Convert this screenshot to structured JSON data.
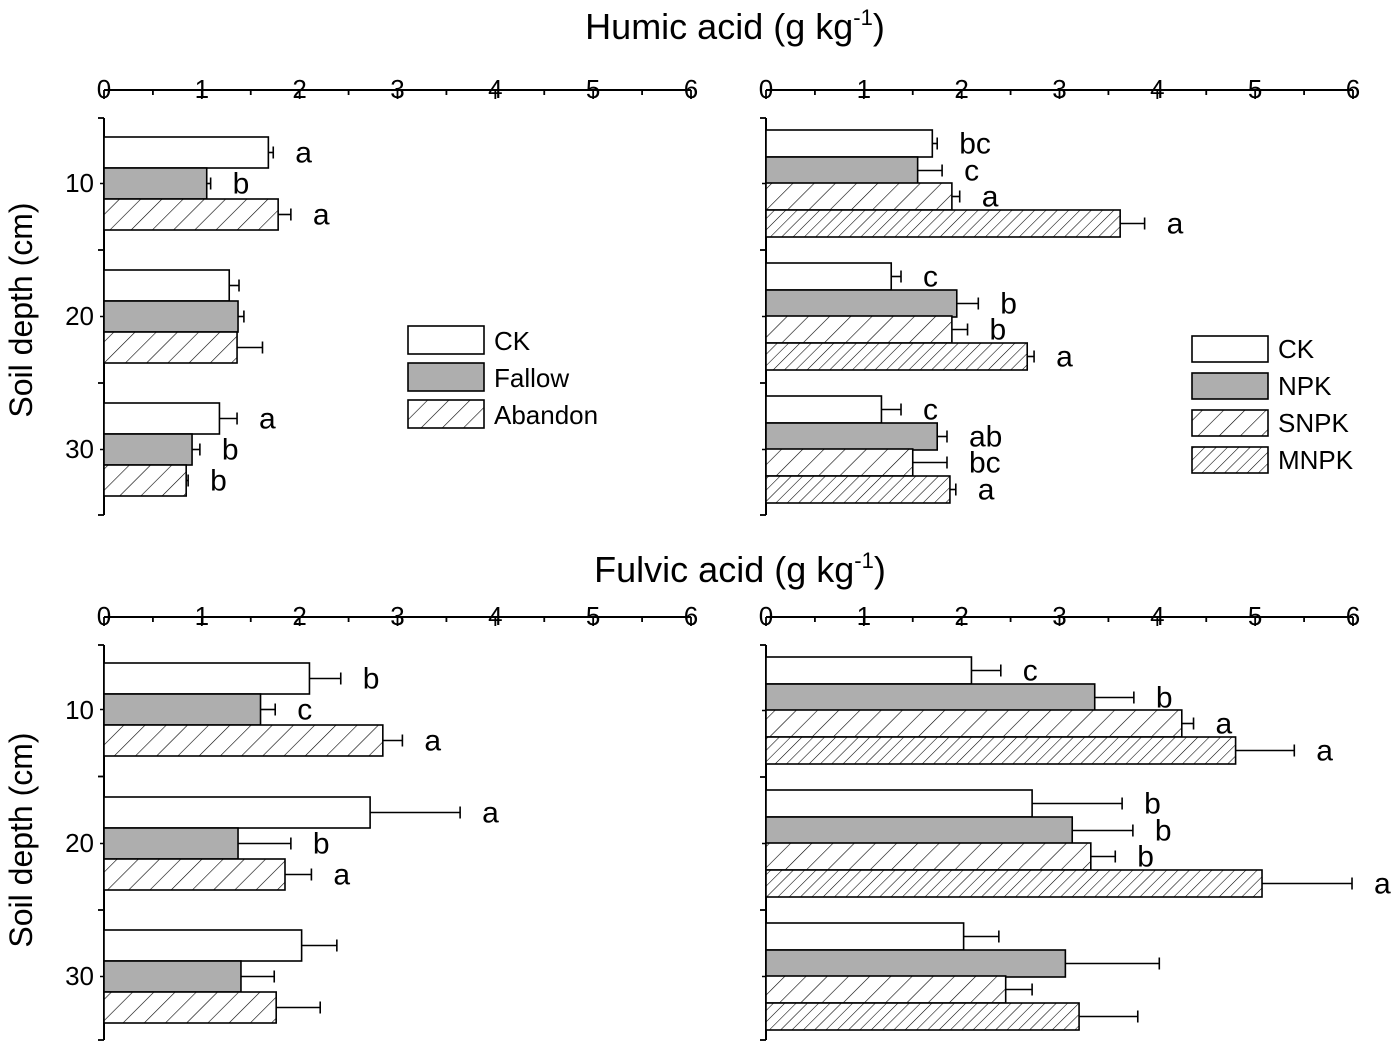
{
  "colors": {
    "ck": "#ffffff",
    "gray": "#aeaeae",
    "stroke": "#000000"
  },
  "sections": [
    {
      "title": "Humic acid (g kg",
      "title_sup": "-1",
      "title_close": ")"
    },
    {
      "title": "Fulvic acid (g kg",
      "title_sup": "-1",
      "title_close": ")"
    }
  ],
  "legends": [
    {
      "items": [
        {
          "label": "CK",
          "fill": "white"
        },
        {
          "label": "Fallow",
          "fill": "gray"
        },
        {
          "label": "Abandon",
          "fill": "hatch"
        }
      ]
    },
    {
      "items": [
        {
          "label": "CK",
          "fill": "white"
        },
        {
          "label": "NPK",
          "fill": "gray"
        },
        {
          "label": "SNPK",
          "fill": "hatch"
        },
        {
          "label": "MNPK",
          "fill": "hatch-dense"
        }
      ]
    }
  ],
  "chart_data": [
    {
      "type": "bar",
      "orientation": "horizontal",
      "ylabel": "Soil depth (cm)",
      "categories": [
        "10",
        "20",
        "30"
      ],
      "xlim": [
        0,
        6
      ],
      "xticks": [
        "0",
        "1",
        "2",
        "3",
        "4",
        "5",
        "6"
      ],
      "series": [
        {
          "name": "CK",
          "values": [
            1.68,
            1.28,
            1.18
          ],
          "errors": [
            0.05,
            0.1,
            0.18
          ],
          "letters": [
            "a",
            "",
            "a"
          ]
        },
        {
          "name": "Fallow",
          "values": [
            1.05,
            1.37,
            0.9
          ],
          "errors": [
            0.04,
            0.06,
            0.08
          ],
          "letters": [
            "b",
            "",
            "b"
          ]
        },
        {
          "name": "Abandon",
          "values": [
            1.78,
            1.36,
            0.84
          ],
          "errors": [
            0.13,
            0.26,
            0.02
          ],
          "letters": [
            "a",
            "",
            "b"
          ]
        }
      ]
    },
    {
      "type": "bar",
      "orientation": "horizontal",
      "categories": [
        "10",
        "20",
        "30"
      ],
      "xlim": [
        0,
        6
      ],
      "xticks": [
        "0",
        "1",
        "2",
        "3",
        "4",
        "5",
        "6"
      ],
      "series": [
        {
          "name": "CK",
          "values": [
            1.7,
            1.28,
            1.18
          ],
          "errors": [
            0.05,
            0.1,
            0.2
          ],
          "letters": [
            "bc",
            "c",
            "c"
          ]
        },
        {
          "name": "NPK",
          "values": [
            1.55,
            1.95,
            1.75
          ],
          "errors": [
            0.25,
            0.22,
            0.1
          ],
          "letters": [
            "c",
            "b",
            "ab"
          ]
        },
        {
          "name": "SNPK",
          "values": [
            1.9,
            1.9,
            1.5
          ],
          "errors": [
            0.08,
            0.16,
            0.35
          ],
          "letters": [
            "a",
            "b",
            "bc"
          ]
        },
        {
          "name": "MNPK",
          "values": [
            3.62,
            2.67,
            1.88
          ],
          "errors": [
            0.25,
            0.07,
            0.06
          ],
          "letters": [
            "a",
            "a",
            "a"
          ]
        }
      ]
    },
    {
      "type": "bar",
      "orientation": "horizontal",
      "ylabel": "Soil depth (cm)",
      "categories": [
        "10",
        "20",
        "30"
      ],
      "xlim": [
        0,
        6
      ],
      "xticks": [
        "0",
        "1",
        "2",
        "3",
        "4",
        "5",
        "6"
      ],
      "series": [
        {
          "name": "CK",
          "values": [
            2.1,
            2.72,
            2.02
          ],
          "errors": [
            0.32,
            0.92,
            0.36
          ],
          "letters": [
            "b",
            "a",
            ""
          ]
        },
        {
          "name": "Fallow",
          "values": [
            1.6,
            1.37,
            1.4
          ],
          "errors": [
            0.15,
            0.54,
            0.34
          ],
          "letters": [
            "c",
            "b",
            ""
          ]
        },
        {
          "name": "Abandon",
          "values": [
            2.85,
            1.85,
            1.76
          ],
          "errors": [
            0.2,
            0.27,
            0.45
          ],
          "letters": [
            "a",
            "a",
            ""
          ]
        }
      ]
    },
    {
      "type": "bar",
      "orientation": "horizontal",
      "categories": [
        "10",
        "20",
        "30"
      ],
      "xlim": [
        0,
        6
      ],
      "xticks": [
        "0",
        "1",
        "2",
        "3",
        "4",
        "5",
        "6"
      ],
      "series": [
        {
          "name": "CK",
          "values": [
            2.1,
            2.72,
            2.02
          ],
          "errors": [
            0.3,
            0.92,
            0.36
          ],
          "letters": [
            "c",
            "b",
            ""
          ]
        },
        {
          "name": "NPK",
          "values": [
            3.36,
            3.13,
            3.06
          ],
          "errors": [
            0.4,
            0.62,
            0.96
          ],
          "letters": [
            "b",
            "b",
            ""
          ]
        },
        {
          "name": "SNPK",
          "values": [
            4.25,
            3.32,
            2.45
          ],
          "errors": [
            0.12,
            0.25,
            0.27
          ],
          "letters": [
            "a",
            "b",
            ""
          ]
        },
        {
          "name": "MNPK",
          "values": [
            4.8,
            5.07,
            3.2
          ],
          "errors": [
            0.6,
            0.92,
            0.6
          ],
          "letters": [
            "a",
            "a",
            ""
          ]
        }
      ]
    }
  ]
}
